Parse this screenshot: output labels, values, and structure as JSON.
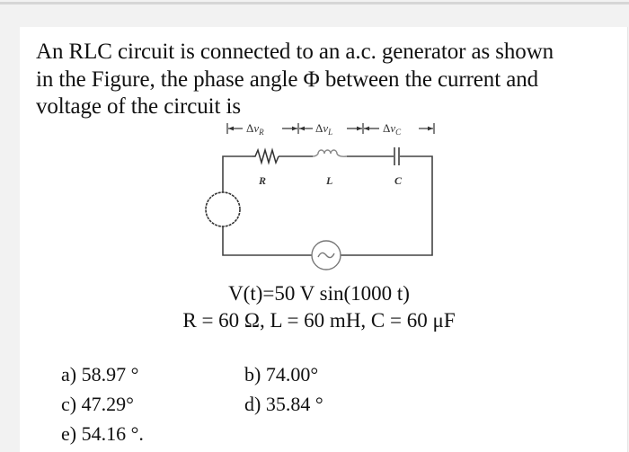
{
  "question": {
    "lines": [
      "An RLC circuit is connected to an a.c. generator as shown",
      "in the Figure,  the phase angle Φ between the current and",
      "voltage of the circuit is"
    ]
  },
  "figure": {
    "dimension_labels": [
      "Δv",
      "R",
      "Δv",
      "L",
      "Δv",
      "C"
    ],
    "labels": {
      "resistor": "R",
      "inductor": "L",
      "capacitor": "C"
    }
  },
  "equations": {
    "voltage": "V(t)=50 V sin(1000 t)",
    "parameters": "R = 60 Ω, L = 60 mH, C = 60 μF"
  },
  "options": {
    "a": "a) 58.97 °",
    "b": "b) 74.00°",
    "c": "c) 47.29°",
    "d": "d) 35.84 °",
    "e": "e) 54.16 °."
  }
}
